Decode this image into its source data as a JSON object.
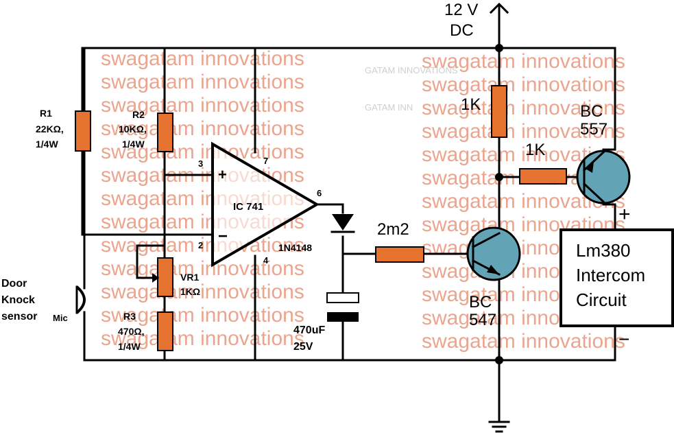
{
  "supply": {
    "voltage": "12 V",
    "type": "DC"
  },
  "components": {
    "r1": {
      "name": "R1",
      "value": "22KΩ,",
      "rating": "1/4W"
    },
    "r2": {
      "name": "R2",
      "value": "10KΩ,",
      "rating": "1/4W"
    },
    "r3": {
      "name": "R3",
      "value": "470Ω,",
      "rating": "1/4W"
    },
    "vr1": {
      "name": "VR1",
      "value": "1KΩ"
    },
    "ic": {
      "name": "IC 741",
      "pin_plus": "3",
      "pin_minus": "2",
      "pin_vcc": "7",
      "pin_gnd": "4",
      "pin_out": "6",
      "sign_plus": "+",
      "sign_minus": "−"
    },
    "diode": {
      "name": "1N4148"
    },
    "capacitor": {
      "value": "470uF",
      "voltage": "25V"
    },
    "r_base": {
      "value": "2m2"
    },
    "r_top": {
      "value": "1K"
    },
    "r_mid": {
      "value": "1K"
    },
    "q1": {
      "line1": "BC",
      "line2": "547"
    },
    "q2": {
      "line1": "BC",
      "line2": "557"
    },
    "intercom": {
      "line1": "Lm380",
      "line2": "Intercom",
      "line3": "Circuit",
      "plus": "+",
      "minus": "−"
    },
    "sensor": {
      "line1": "Door",
      "line2": "Knock",
      "line3": "sensor",
      "mic": "Mic"
    }
  },
  "watermark": {
    "text": "swagatam innovations",
    "grey_text_1": "GATAM INNOVATIONS",
    "grey_text_2": "GATAM INN"
  }
}
